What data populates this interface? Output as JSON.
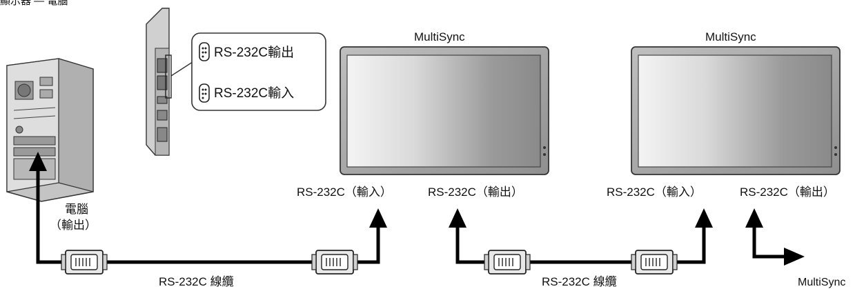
{
  "top_left_label": "顯示器 — 電腦",
  "computer": {
    "name": "電腦",
    "port_label": "（輸出）"
  },
  "panel_callout": {
    "output_label": "RS-232C輸出",
    "input_label": "RS-232C輸入"
  },
  "monitors": [
    {
      "title": "MultiSync",
      "input_label": "RS-232C（輸入）",
      "output_label": "RS-232C（輸出）"
    },
    {
      "title": "MultiSync",
      "input_label": "RS-232C（輸入）",
      "output_label": "RS-232C（輸出）"
    }
  ],
  "cables": [
    {
      "label": "RS-232C 線纜"
    },
    {
      "label": "RS-232C 線纜"
    }
  ],
  "next_device_label": "MultiSync"
}
